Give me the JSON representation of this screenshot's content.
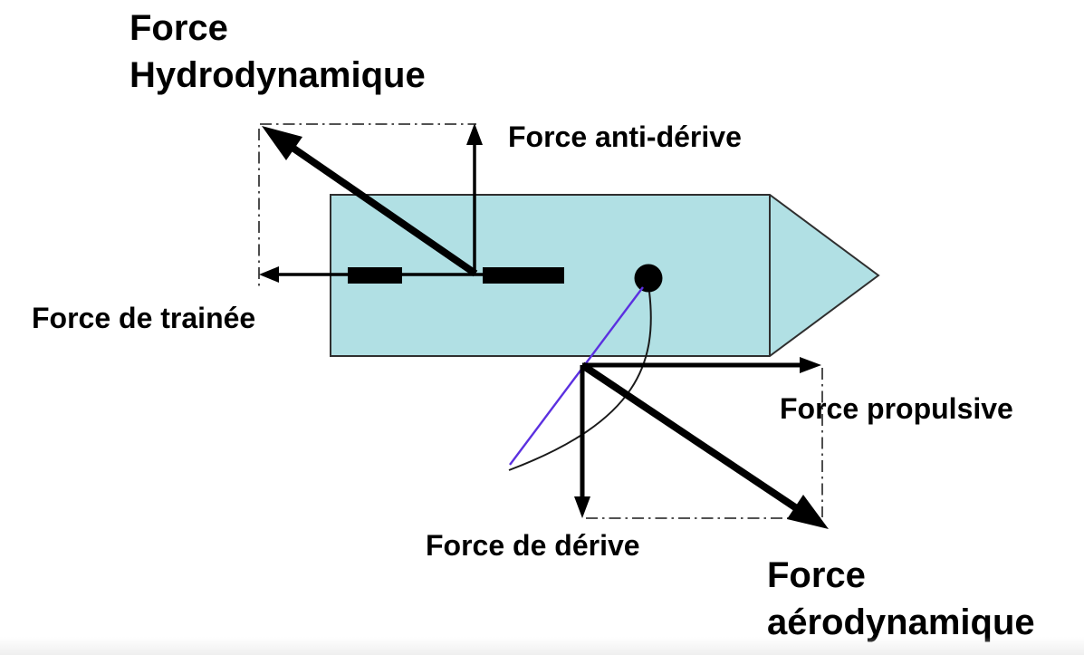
{
  "diagram": {
    "title": "Forces on a sailboat (hull plan view with sail force decomposition)",
    "labels": {
      "force_hydrodynamique_line1": "Force",
      "force_hydrodynamique_line2": "Hydrodynamique",
      "force_anti_derive": "Force anti-dérive",
      "force_de_trainee": "Force de trainée",
      "force_propulsive": "Force propulsive",
      "force_de_derive": "Force de dérive",
      "force_aerodynamique_line1": "Force",
      "force_aerodynamique_line2": "aérodynamique"
    },
    "colors": {
      "background": "#ffffff",
      "boat_fill": "#b1e0e4",
      "boat_outline": "#2f2f2f",
      "arrow": "#000000",
      "construction_line": "#3a3a3a",
      "sail_chord": "#5b30e0",
      "sail_curve": "#1a1a1a",
      "mast_dot": "#000000",
      "label_text": "#000000"
    }
  }
}
